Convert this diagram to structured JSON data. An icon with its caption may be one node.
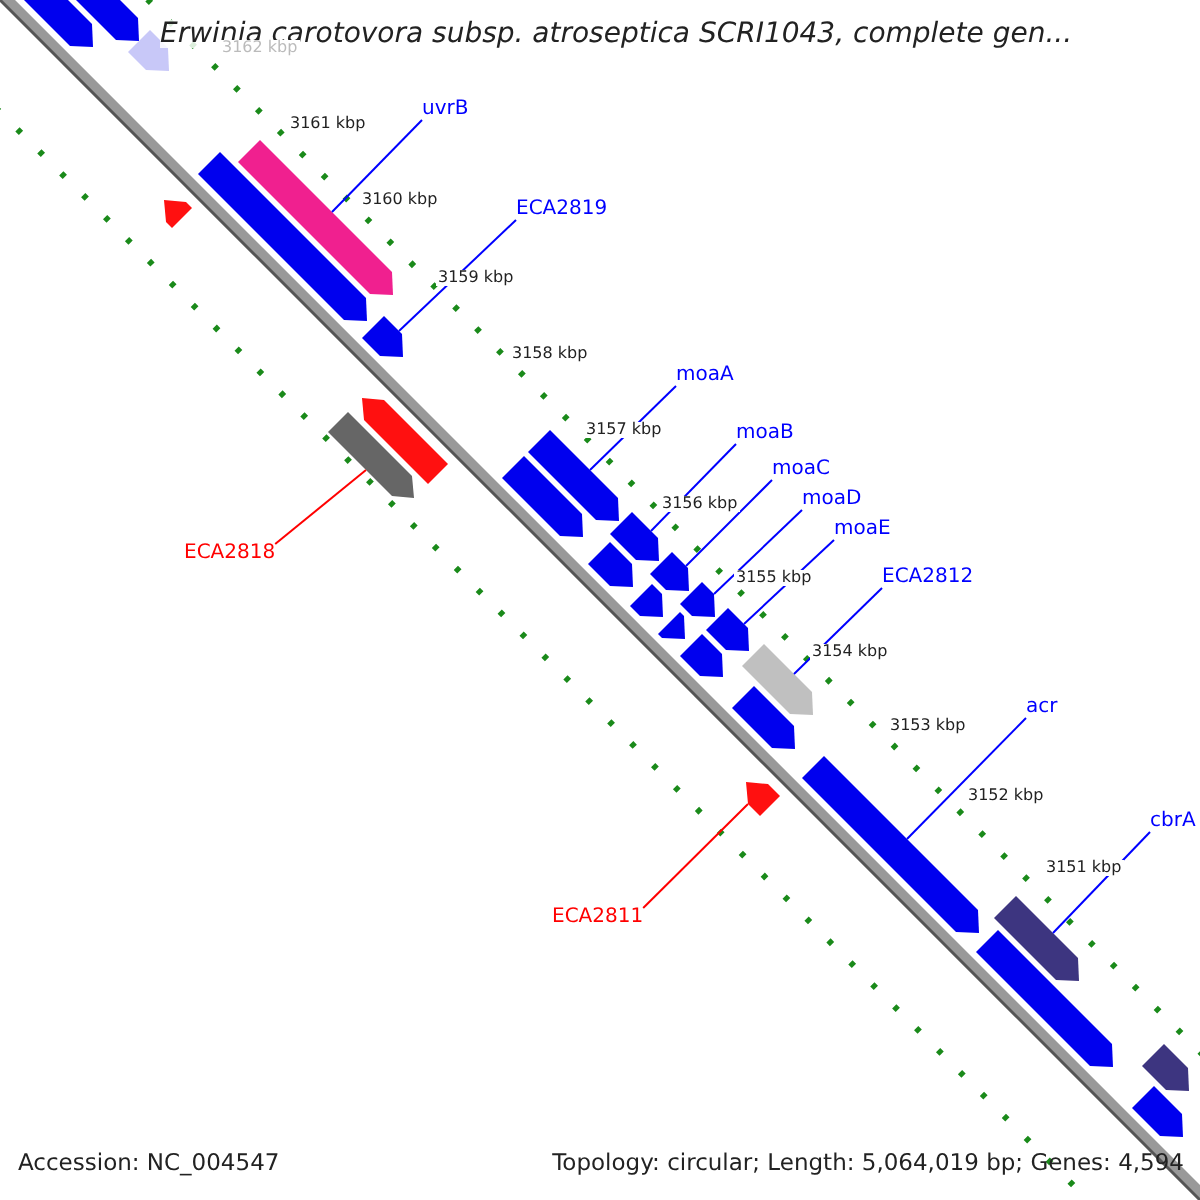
{
  "diagram": {
    "title": "Erwinia carotovora subsp. atroseptica SCRI1043, complete gen...",
    "nodes": [
      {
        "text": [
          "uvrB"
        ]
      },
      {
        "text": [
          "ECA2819"
        ]
      },
      {
        "text": [
          "ECA2818"
        ]
      },
      {
        "text": [
          "moaA"
        ]
      },
      {
        "text": [
          "moaB"
        ]
      },
      {
        "text": [
          "moaC"
        ]
      },
      {
        "text": [
          "moaD"
        ]
      },
      {
        "text": [
          "moaE"
        ]
      },
      {
        "text": [
          "ECA2812"
        ]
      },
      {
        "text": [
          "acr"
        ]
      },
      {
        "text": [
          "ECA2811"
        ]
      },
      {
        "text": [
          "cbrA"
        ]
      },
      {
        "text": [],
        "shape": "bar"
      },
      {
        "text": [],
        "shape": "bar"
      },
      {
        "text": [],
        "shape": "bar"
      },
      {
        "text": [],
        "shape": "bar"
      },
      {
        "text": [],
        "shape": "bar"
      },
      {
        "text": [],
        "shape": "bar"
      },
      {
        "text": [],
        "shape": "bar"
      },
      {
        "text": [],
        "shape": "bar"
      },
      {
        "text": [],
        "shape": "bar"
      },
      {
        "text": [],
        "shape": "bar"
      },
      {
        "text": [],
        "shape": "bar"
      },
      {
        "text": [],
        "shape": "bar"
      },
      {
        "text": [],
        "shape": "bar"
      },
      {
        "text": [],
        "shape": "bar"
      },
      {
        "text": [],
        "shape": "bar"
      },
      {
        "text": [],
        "shape": "bar"
      },
      {
        "text": [],
        "shape": "bar"
      },
      {
        "text": [],
        "shape": "bar"
      },
      {
        "text": [],
        "shape": "bar"
      },
      {
        "text": [],
        "shape": "bar"
      },
      {
        "text": [],
        "shape": "bar"
      },
      {
        "text": [],
        "shape": "bar"
      },
      {
        "text": [],
        "shape": "bar"
      },
      {
        "text": [],
        "shape": "bar"
      },
      {
        "text": [],
        "shape": "bar"
      },
      {
        "text": [],
        "shape": "bar"
      },
      {
        "text": [],
        "shape": "bar"
      }
    ],
    "edges": [
      {
        "from": 0,
        "to": 12,
        "arrow": "none"
      },
      {
        "from": 1,
        "to": 13,
        "arrow": "none"
      },
      {
        "from": 2,
        "to": 14,
        "arrow": "none",
        "color": "#ff0000"
      },
      {
        "from": 3,
        "to": 15,
        "arrow": "none"
      },
      {
        "from": 4,
        "to": 16,
        "arrow": "none"
      },
      {
        "from": 5,
        "to": 17,
        "arrow": "none"
      },
      {
        "from": 6,
        "to": 18,
        "arrow": "none"
      },
      {
        "from": 7,
        "to": 19,
        "arrow": "none"
      },
      {
        "from": 8,
        "to": 20,
        "arrow": "none"
      },
      {
        "from": 9,
        "to": 21,
        "arrow": "none"
      },
      {
        "from": 10,
        "to": 22,
        "arrow": "none",
        "color": "#ff0000"
      },
      {
        "from": 11,
        "to": 23,
        "arrow": "none"
      }
    ],
    "labels": [
      "3162 kbp",
      "3161 kbp",
      "3160 kbp",
      "3159 kbp",
      "3158 kbp",
      "3157 kbp",
      "3156 kbp",
      "3155 kbp",
      "3154 kbp",
      "3153 kbp",
      "3152 kbp",
      "3151 kbp",
      "Accession: NC_004547",
      "Topology: circular; Length: 5,064,019 bp; Genes: 4,594"
    ]
  }
}
